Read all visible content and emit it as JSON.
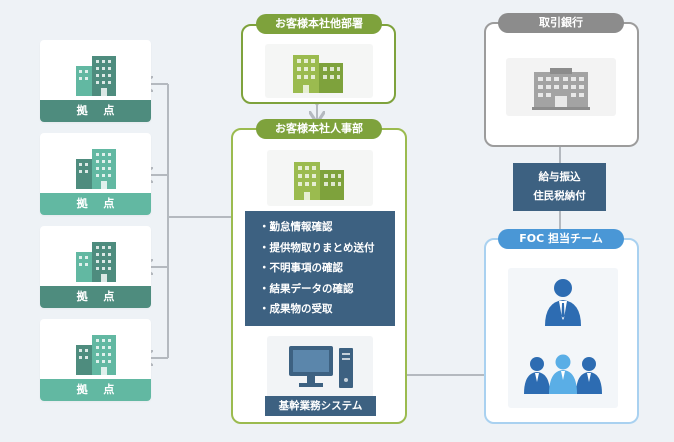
{
  "branches": [
    {
      "label": "拠 点",
      "style": "dark"
    },
    {
      "label": "拠 点",
      "style": "light"
    },
    {
      "label": "拠 点",
      "style": "dark"
    },
    {
      "label": "拠 点",
      "style": "light"
    }
  ],
  "other_dept": {
    "title": "お客様本社他部署"
  },
  "hr_dept": {
    "title": "お客様本社人事部",
    "tasks": [
      "勤怠情報確認",
      "提供物取りまとめ送付",
      "不明事項の確認",
      "結果データの確認",
      "成果物の受取"
    ],
    "system_label": "基幹業務システム"
  },
  "bank": {
    "title": "取引銀行"
  },
  "transfer": {
    "line1": "給与振込",
    "line2": "住民税納付"
  },
  "foc": {
    "title": "FOC 担当チーム"
  },
  "colors": {
    "green_dark": "#4e8c7e",
    "green_light": "#62b8a2",
    "olive": "#7ea23c",
    "navy": "#3d6181",
    "gray": "#8c8c8c",
    "blue": "#4a97d6",
    "light_blue_border": "#a9d1f0"
  },
  "icons": {
    "branch": "building-icon",
    "company": "office-building-icon",
    "bank": "bank-building-icon",
    "computer": "computer-icon",
    "staff": "people-icon"
  }
}
